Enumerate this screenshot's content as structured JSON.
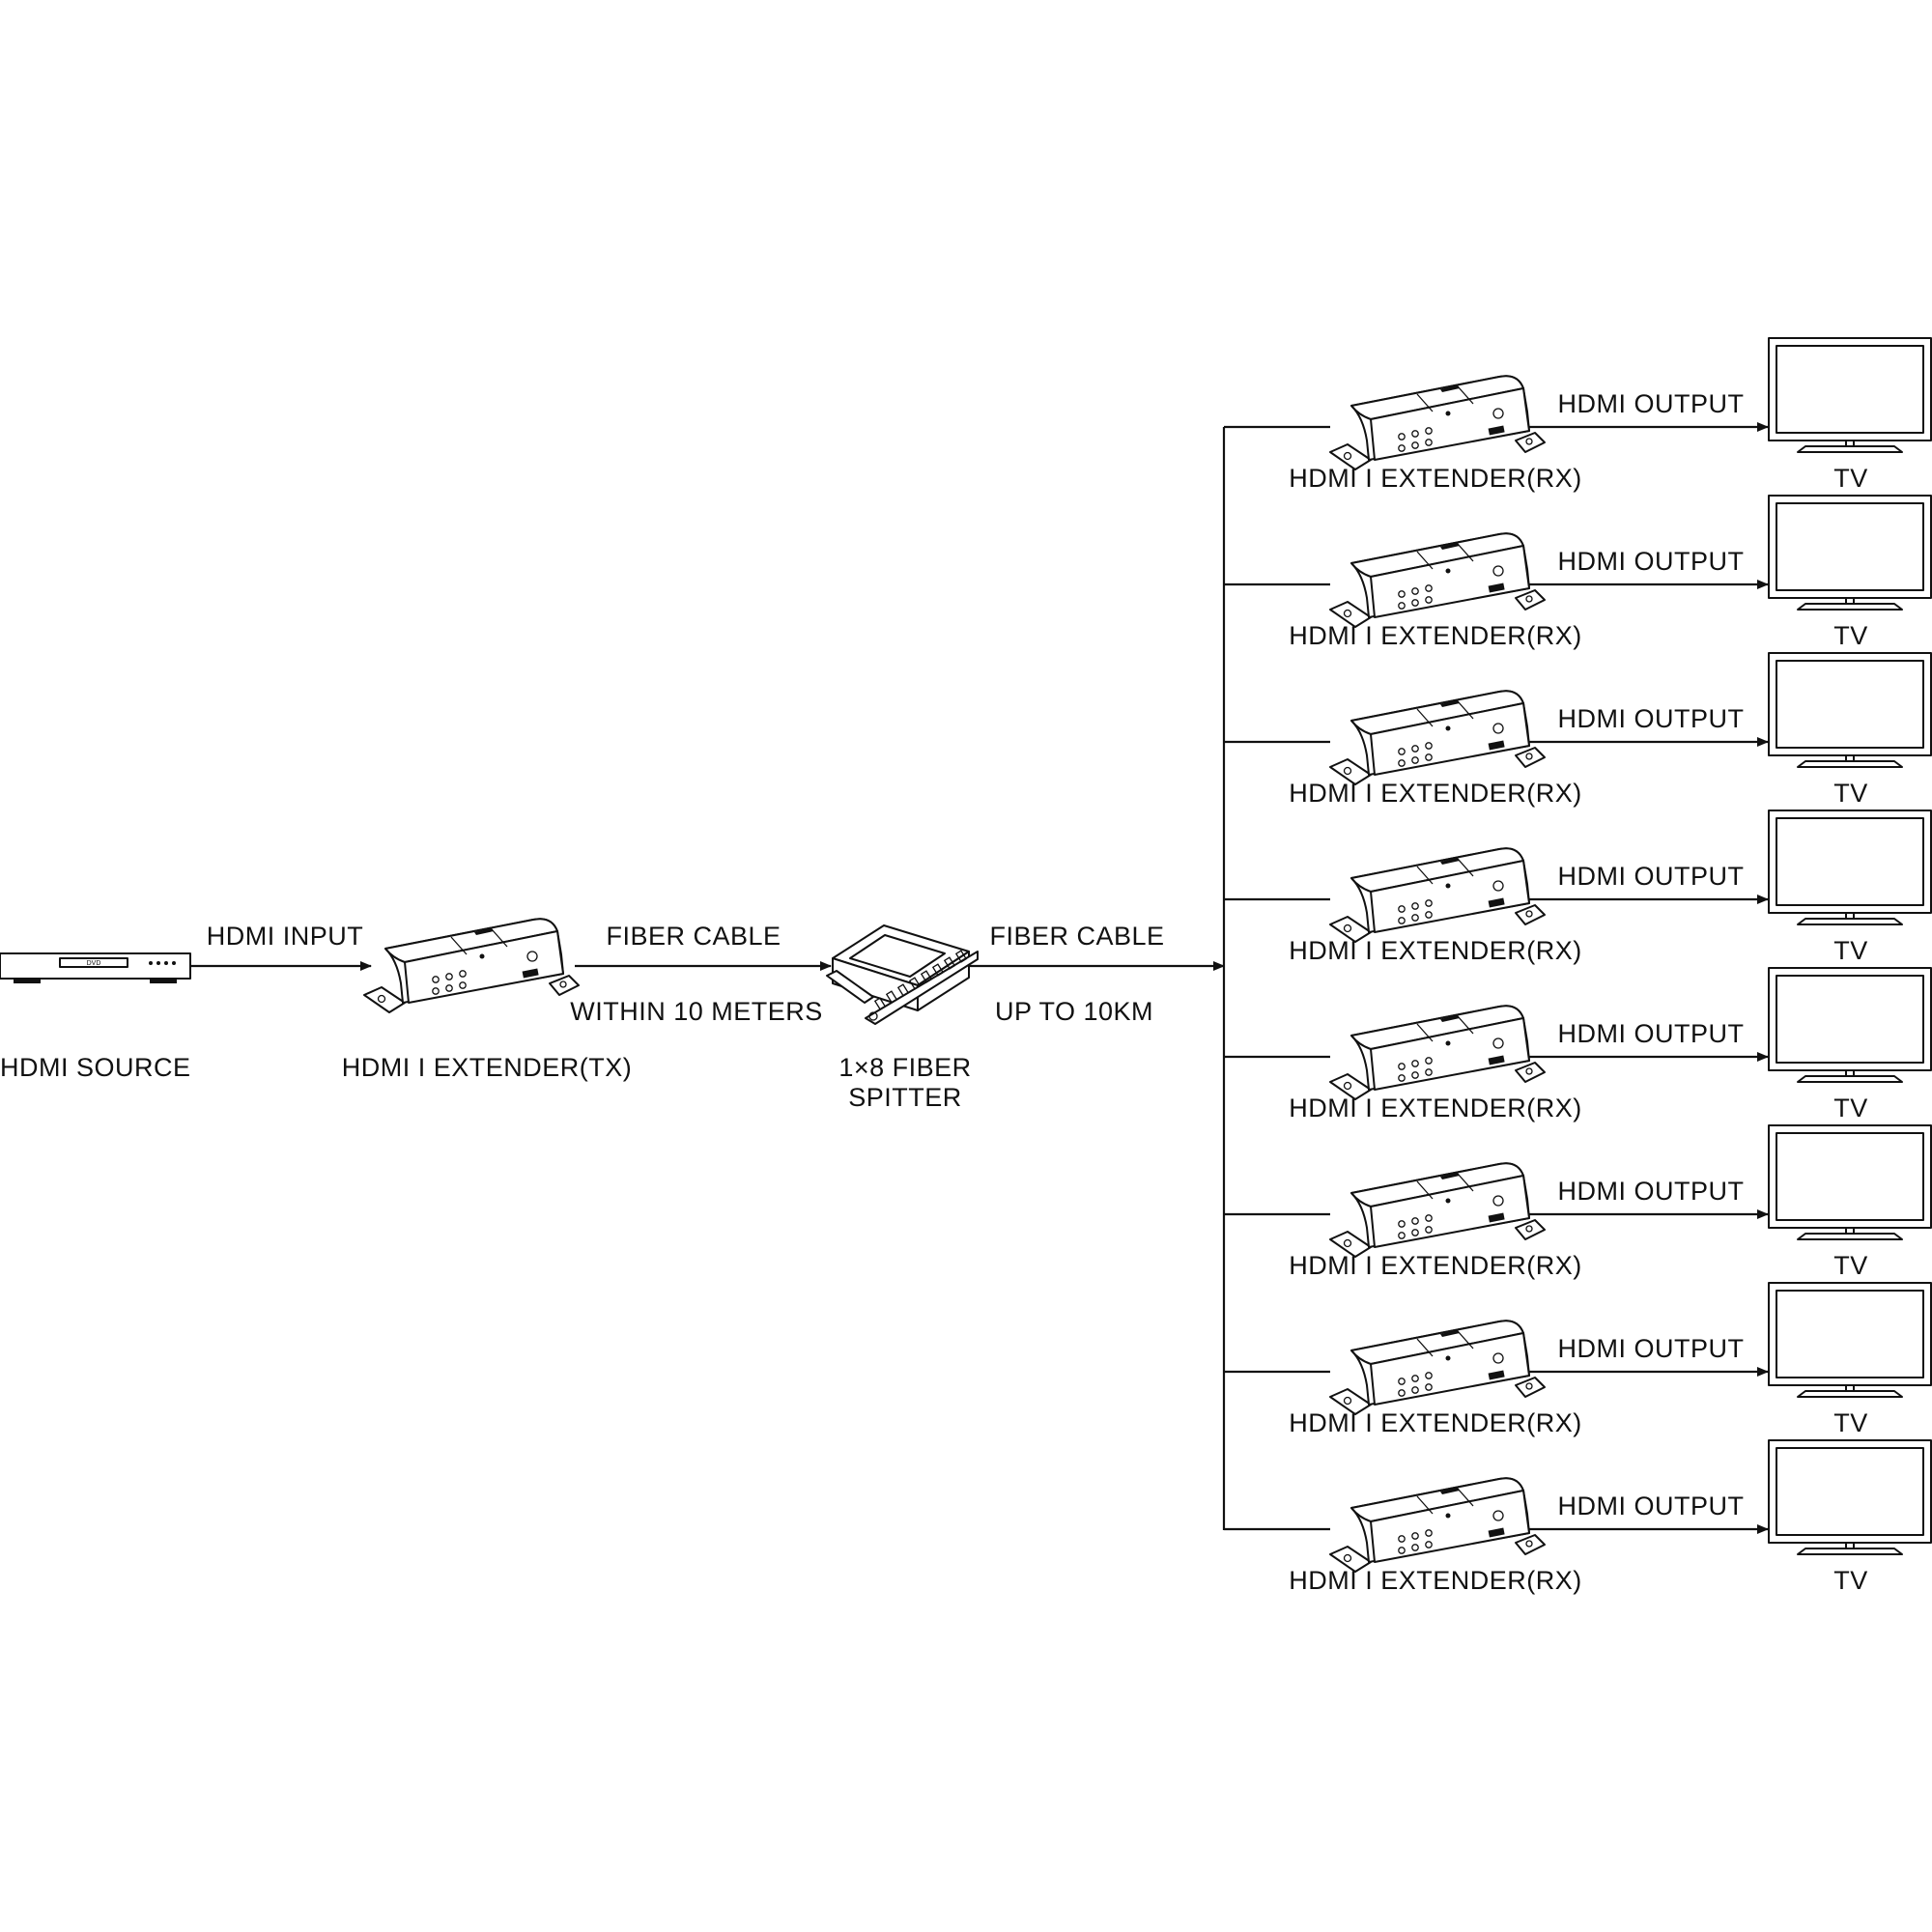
{
  "colors": {
    "line": "#111111",
    "background": "#ffffff"
  },
  "source": {
    "label": "HDMI SOURCE",
    "badge": "DVD"
  },
  "input_link": {
    "label": "HDMI INPUT"
  },
  "transmitter": {
    "label": "HDMI I EXTENDER(TX)"
  },
  "tx_link": {
    "label": "FIBER CABLE",
    "note": "WITHIN 10 METERS"
  },
  "splitter": {
    "label_line1": "1×8 FIBER",
    "label_line2": "SPITTER"
  },
  "trunk_link": {
    "label": "FIBER CABLE",
    "note": "UP TO 10KM"
  },
  "branches": [
    {
      "receiver_label": "HDMI I EXTENDER(RX)",
      "output_label": "HDMI OUTPUT",
      "tv_label": "TV"
    },
    {
      "receiver_label": "HDMI I EXTENDER(RX)",
      "output_label": "HDMI OUTPUT",
      "tv_label": "TV"
    },
    {
      "receiver_label": "HDMI I EXTENDER(RX)",
      "output_label": "HDMI OUTPUT",
      "tv_label": "TV"
    },
    {
      "receiver_label": "HDMI I EXTENDER(RX)",
      "output_label": "HDMI OUTPUT",
      "tv_label": "TV"
    },
    {
      "receiver_label": "HDMI I EXTENDER(RX)",
      "output_label": "HDMI OUTPUT",
      "tv_label": "TV"
    },
    {
      "receiver_label": "HDMI I EXTENDER(RX)",
      "output_label": "HDMI OUTPUT",
      "tv_label": "TV"
    },
    {
      "receiver_label": "HDMI I EXTENDER(RX)",
      "output_label": "HDMI OUTPUT",
      "tv_label": "TV"
    },
    {
      "receiver_label": "HDMI I EXTENDER(RX)",
      "output_label": "HDMI OUTPUT",
      "tv_label": "TV"
    }
  ]
}
